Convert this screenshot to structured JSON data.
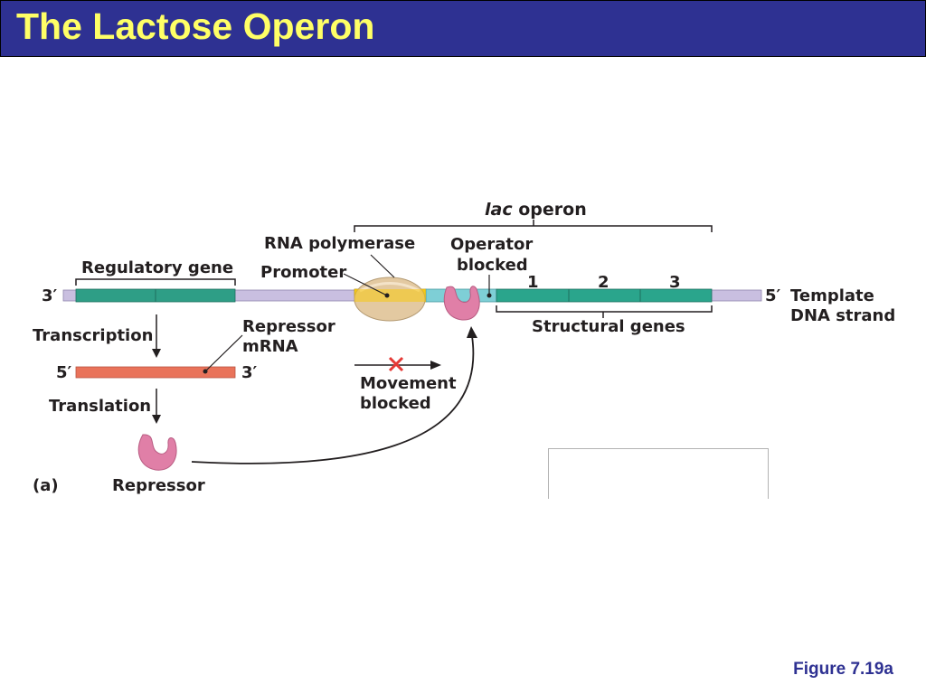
{
  "slide": {
    "title": "The Lactose Operon",
    "figure_caption": "Figure 7.19a"
  },
  "colors": {
    "title_bar": "#2e3192",
    "title_text": "#ffff66",
    "dna_strand": "#c9bfe0",
    "regulatory_gene": "#2e9e86",
    "promoter": "#f7c912",
    "operator": "#7ecfd6",
    "structural_genes": "#2aa58c",
    "rna_polymerase": "#e3c9a1",
    "repressor": "#e07fa7",
    "mrna": "#e9735a",
    "blocked_x": "#e53935"
  },
  "diagram": {
    "lac_operon_italic": "lac",
    "lac_operon_rest": " operon",
    "rna_polymerase": "RNA polymerase",
    "operator_line1": "Operator",
    "operator_line2": "blocked",
    "regulatory_gene": "Regulatory gene",
    "promoter": "Promoter",
    "gene_1": "1",
    "gene_2": "2",
    "gene_3": "3",
    "dna_end_3": "3′",
    "dna_end_5": "5′",
    "template_line1": "Template",
    "template_line2": "DNA strand",
    "structural_genes": "Structural genes",
    "transcription": "Transcription",
    "repressor_mrna_line1": "Repressor",
    "repressor_mrna_line2": "mRNA",
    "mrna_end_5": "5′",
    "mrna_end_3": "3′",
    "movement_line1": "Movement",
    "movement_line2": "blocked",
    "translation": "Translation",
    "panel_label": "(a)",
    "repressor": "Repressor"
  }
}
